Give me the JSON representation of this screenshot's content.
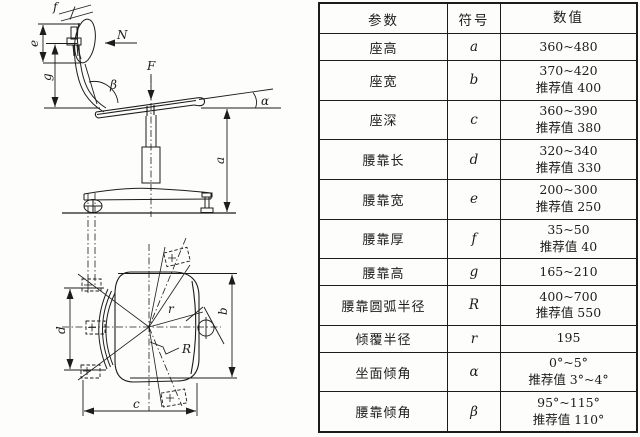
{
  "figure": {
    "description_labels": {
      "side_view": {
        "f": "f",
        "e": "e",
        "g": "g",
        "N": "N",
        "F": "F",
        "beta": "β",
        "alpha": "α",
        "a": "a"
      },
      "top_view": {
        "r": "r",
        "R": "R",
        "b": "b",
        "c": "c",
        "d": "d"
      }
    }
  },
  "table": {
    "headers": [
      "参数",
      "符号",
      "数值"
    ],
    "rows": [
      {
        "param": "座高",
        "symbol": "a",
        "value": "360~480",
        "recommended": ""
      },
      {
        "param": "座宽",
        "symbol": "b",
        "value": "370~420",
        "recommended": "推荐值 400"
      },
      {
        "param": "座深",
        "symbol": "c",
        "value": "360~390",
        "recommended": "推荐值 380"
      },
      {
        "param": "腰靠长",
        "symbol": "d",
        "value": "320~340",
        "recommended": "推荐值 330"
      },
      {
        "param": "腰靠宽",
        "symbol": "e",
        "value": "200~300",
        "recommended": "推荐值 250"
      },
      {
        "param": "腰靠厚",
        "symbol": "f",
        "value": "35~50",
        "recommended": "推荐值 40"
      },
      {
        "param": "腰靠高",
        "symbol": "g",
        "value": "165~210",
        "recommended": ""
      },
      {
        "param": "腰靠圆弧半径",
        "symbol": "R",
        "value": "400~700",
        "recommended": "推荐值 550"
      },
      {
        "param": "倾覆半径",
        "symbol": "r",
        "value": "195",
        "recommended": ""
      },
      {
        "param": "坐面倾角",
        "symbol": "α",
        "value": "0°~5°",
        "recommended": "推荐值 3°~4°"
      },
      {
        "param": "腰靠倾角",
        "symbol": "β",
        "value": "95°~115°",
        "recommended": "推荐值 110°"
      }
    ]
  },
  "colors": {
    "ink": "#1c1c1c",
    "background": "#fdfdfb"
  }
}
